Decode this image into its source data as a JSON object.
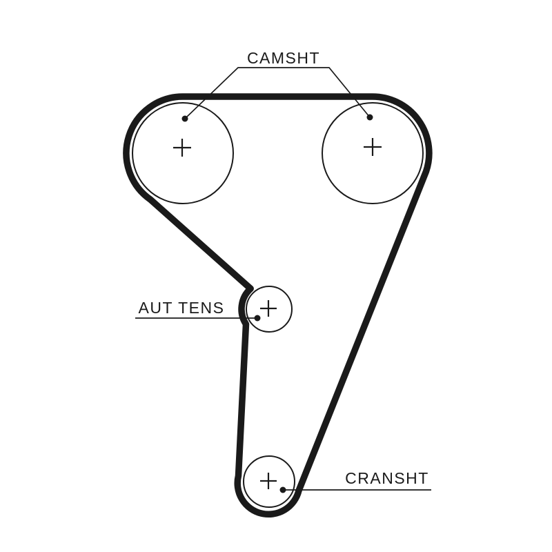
{
  "page": {
    "background": "#ffffff"
  },
  "diagram": {
    "type": "timing-belt-routing",
    "line_color": "#1a1a1a",
    "labels": {
      "camshaft": "CAMSHT",
      "auto_tensioner": "AUT TENS",
      "crankshaft": "CRANSHT"
    },
    "pulleys": [
      {
        "id": "camshaft-pulley-left",
        "center_marker": "+"
      },
      {
        "id": "camshaft-pulley-right",
        "center_marker": "+"
      },
      {
        "id": "auto-tensioner-pulley",
        "center_marker": "+"
      },
      {
        "id": "crankshaft-pulley",
        "center_marker": "+"
      }
    ]
  }
}
